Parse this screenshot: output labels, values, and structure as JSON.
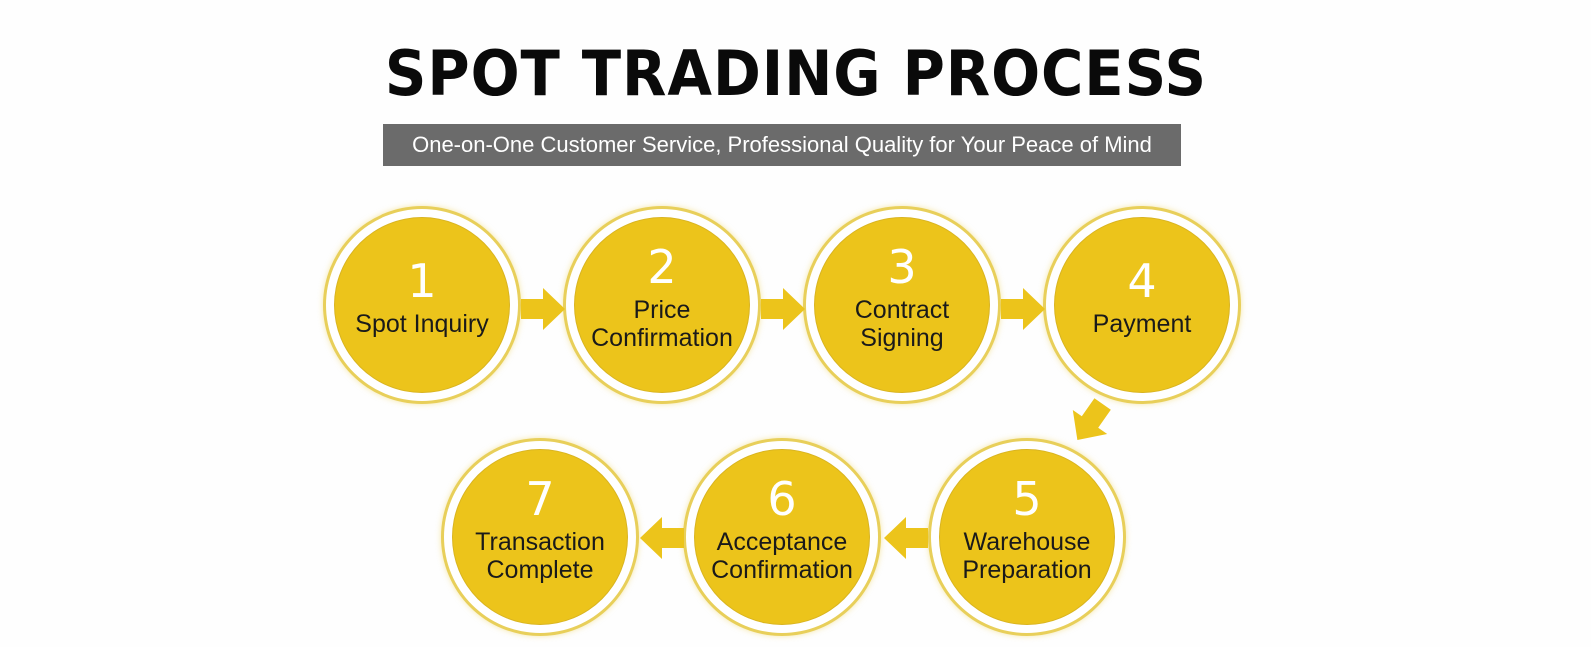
{
  "title": "SPOT TRADING PROCESS",
  "subtitle": "One-on-One Customer Service, Professional Quality for Your Peace of Mind",
  "colors": {
    "circle_fill": "#ecc41b",
    "ring": "#e8cf5a",
    "banner": "#6b6b6b",
    "arrow": "#ecc41b"
  },
  "steps": [
    {
      "number": "1",
      "label": "Spot Inquiry"
    },
    {
      "number": "2",
      "label": "Price\nConfirmation"
    },
    {
      "number": "3",
      "label": "Contract\nSigning"
    },
    {
      "number": "4",
      "label": "Payment"
    },
    {
      "number": "5",
      "label": "Warehouse\nPreparation"
    },
    {
      "number": "6",
      "label": "Acceptance\nConfirmation"
    },
    {
      "number": "7",
      "label": "Transaction\nComplete"
    }
  ]
}
